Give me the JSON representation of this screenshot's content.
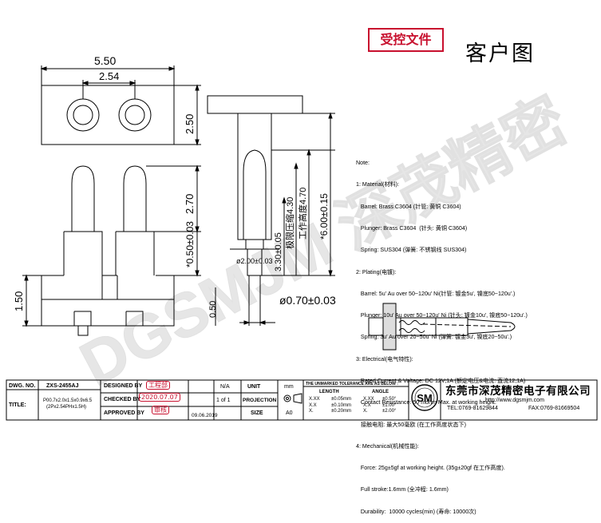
{
  "header": {
    "controlled_stamp": "受控文件",
    "drawing_title": "客户图"
  },
  "dimensions": {
    "width_550": "5.50",
    "pitch_254": "2.54",
    "height_250": "2.50",
    "height_270": "2.70",
    "dim_050": "*0.50±0.03",
    "height_150": "1.50",
    "dim_330": "3.30±0.05",
    "limit_height": "极限压缩4.30",
    "work_height": "工作高度4.70",
    "total_600": "*6.00±0.15",
    "dia_200": "ø2.00±0.03",
    "dia_070": "ø0.70±0.03",
    "dim_050b": "0.50"
  },
  "notes": {
    "heading": "Note:",
    "lines": [
      "1: Material(材料):",
      "   Barrel: Brass C3604 (针管: 黄铜 C3604)",
      "   Plunger: Brass C3604  (针头: 黄铜 C3604)",
      "   Spring: SUS304 (弹簧: 不锈钢线 SUS304)",
      "2: Plating(电镀):",
      "   Barrel: 5u' Au over 50~120u' Ni(针管: 镀金5u', 镍底50~120u'.)",
      "   Plunger: 10u' Au over 50~120u' Ni (针头: 镀金10u', 镍底50~120u'.)",
      "   Spring: 3u' Au over 20~50u' Ni (弹簧: 镀金3u', 镍底20~50u'.)",
      "3: Electrical(电气特性):",
      "   Rated Current & Voltage: DC 12V;1A (额定电压&电流: 直流12,1A)",
      "   Contact Resistance: 50 mohm Max. at working height.",
      "   接触电阻: 最大50毫欧 (在工作高度状态下)",
      "4: Mechanical(机械性能):",
      "   Force: 25g±5gf at working height. (35g±20gf 在工作高度).",
      "   Full stroke:1.6mm (全冲程: 1.6mm)",
      "   Durability:  10000 cycles(min) (寿命: 10000次)"
    ]
  },
  "title_block": {
    "dwg_no_label": "DWG. NO.",
    "dwg_no": "ZXS-2455AJ",
    "title_label": "TITLE:",
    "title_value": "P00.7x2.0x1.5x0.9x6.5",
    "title_value2": "(2Px2.54PHx1.5H)",
    "designed_by": "DESIGNED BY",
    "checked_by": "CHECKED BY",
    "approved_by": "APPROVED BY",
    "stamp_engineering": "工程部",
    "stamp_date": "2020.07.07",
    "stamp_review": "审核",
    "scale": "N/A",
    "sheet": "1 of 1",
    "date": "09.06.2019",
    "unit_label": "UNIT",
    "unit": "mm",
    "projection_label": "PROJECTION",
    "size_label": "SIZE",
    "size": "A0",
    "tolerance_heading": "THE UNMARKED TOLERANCE ARE AS BELOW :",
    "length_label": "LENGTH",
    "angle_label": "ANGLE",
    "tol_rows": [
      [
        "X.XX",
        "±0.05mm",
        "X.XX",
        "±0.50°"
      ],
      [
        "X.X",
        "±0.10mm",
        "X.X",
        "±1.00°"
      ],
      [
        "X.",
        "±0.20mm",
        "X.",
        "±2.00°"
      ]
    ],
    "logo_text": "SM",
    "company": "东莞市深茂精密电子有限公司",
    "website": "http://www.dgsmjm.com",
    "tel": "TEL:0769-81629844",
    "fax": "FAX:0769-81669504"
  },
  "watermark": "DGSMJM 深茂精密"
}
